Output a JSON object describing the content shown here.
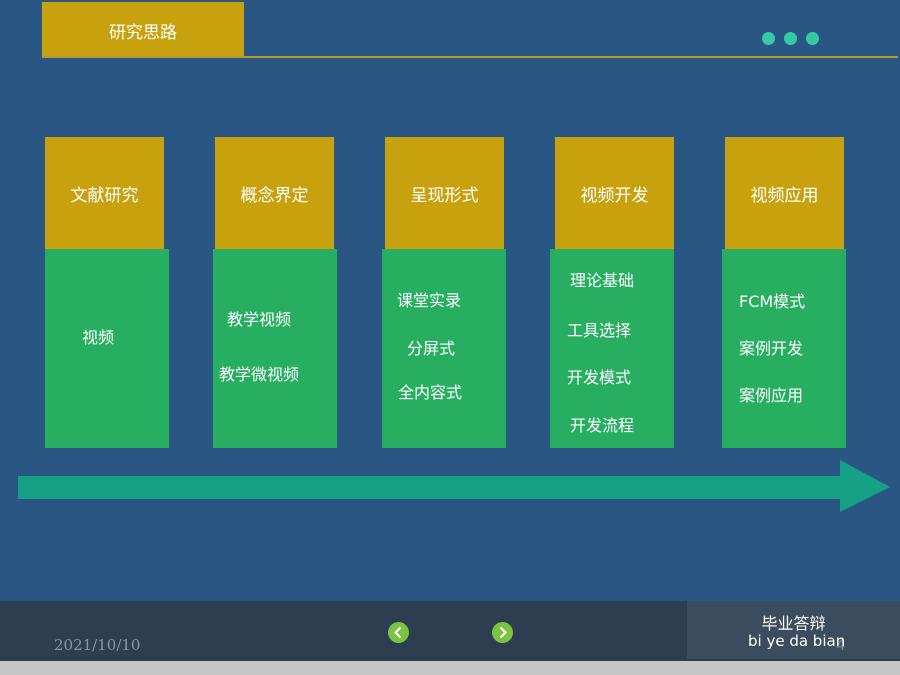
{
  "header": {
    "title": "研究思路"
  },
  "columns": [
    {
      "heading": "文献研究",
      "items": [
        "视频"
      ]
    },
    {
      "heading": "概念界定",
      "items": [
        "教学视频",
        "教学微视频"
      ]
    },
    {
      "heading": "呈现形式",
      "items": [
        "课堂实录",
        "分屏式",
        "全内容式"
      ]
    },
    {
      "heading": "视频开发",
      "items": [
        "理论基础",
        "工具选择",
        "开发模式",
        "开发流程"
      ]
    },
    {
      "heading": "视频应用",
      "items": [
        "FCM模式",
        "案例开发",
        "案例应用"
      ]
    }
  ],
  "footer": {
    "date": "2021/10/10",
    "title": "毕业答辩",
    "subtitle": "bi  ye da bian",
    "page_number": "4",
    "prev_icon": "chevron-left-icon",
    "next_icon": "chevron-right-icon"
  },
  "colors": {
    "background": "#2a5683",
    "gold": "#c8a20e",
    "green": "#27ae60",
    "arrow": "#16a085",
    "dots": "#37c9a6",
    "nav_button": "#7dc242"
  }
}
